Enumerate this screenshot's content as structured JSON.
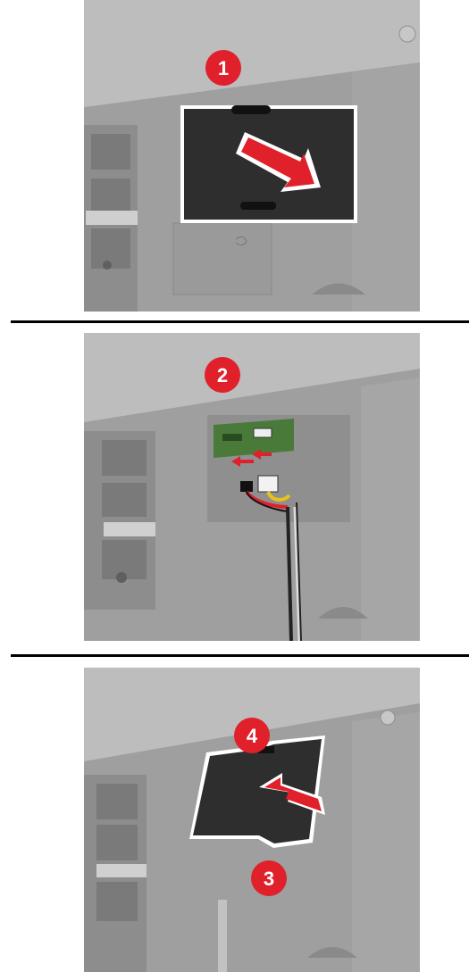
{
  "steps": [
    {
      "label": "1",
      "badge_color": "#e0202a"
    },
    {
      "label": "2",
      "badge_color": "#e0202a"
    },
    {
      "label": "4",
      "badge_color": "#e0202a"
    },
    {
      "label": "3",
      "badge_color": "#e0202a"
    }
  ],
  "colors": {
    "printer_body": "#a9a9a9",
    "cover": "#2b2b2b",
    "arrow": "#e0202a",
    "board": "#4a7a3a",
    "divider": "#000000"
  },
  "icons": [
    "arrow-remove-icon",
    "arrow-insert-icon",
    "arrow-attach-icon"
  ]
}
